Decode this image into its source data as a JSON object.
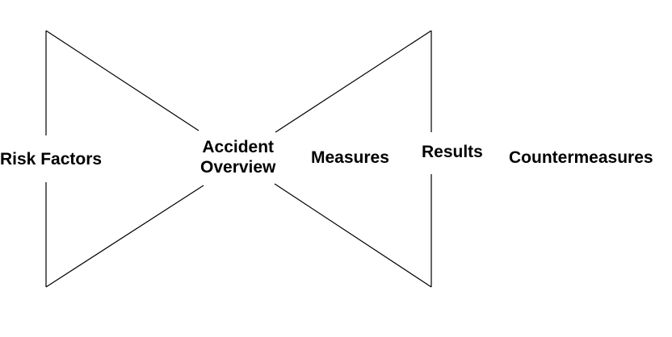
{
  "diagram": {
    "line_color": "#000000",
    "background": "#ffffff",
    "labels": {
      "risk_factors": "Risk Factors",
      "accident_line1": "Accident",
      "accident_line2": "Overview",
      "measures": "Measures",
      "results": "Results",
      "countermeasures": "Countermeasures"
    }
  }
}
